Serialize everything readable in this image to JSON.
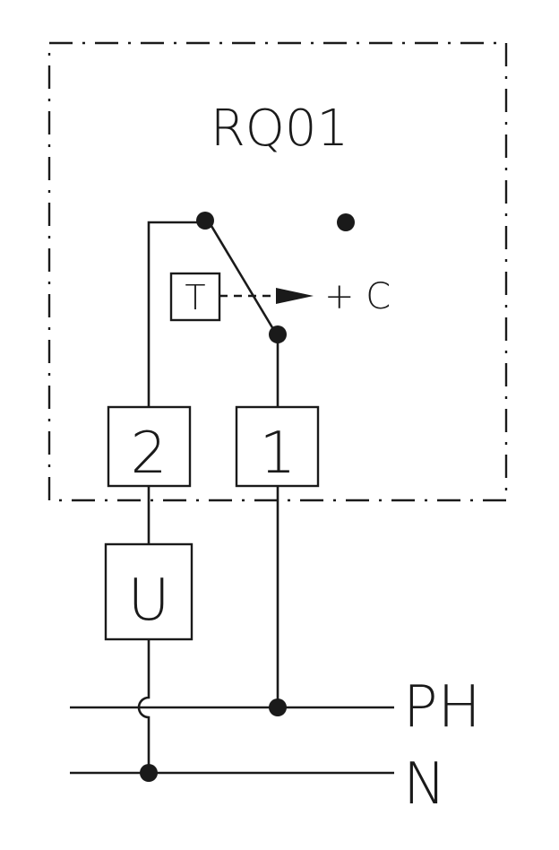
{
  "device_label": "RQ01",
  "sensor_label": "T",
  "action_label": "+ C",
  "terminals": [
    "2",
    "1"
  ],
  "load_label": "U",
  "supply_lines": {
    "phase": "PH",
    "neutral": "N"
  },
  "line_color": "#1a1a1a",
  "background_color": "#ffffff"
}
